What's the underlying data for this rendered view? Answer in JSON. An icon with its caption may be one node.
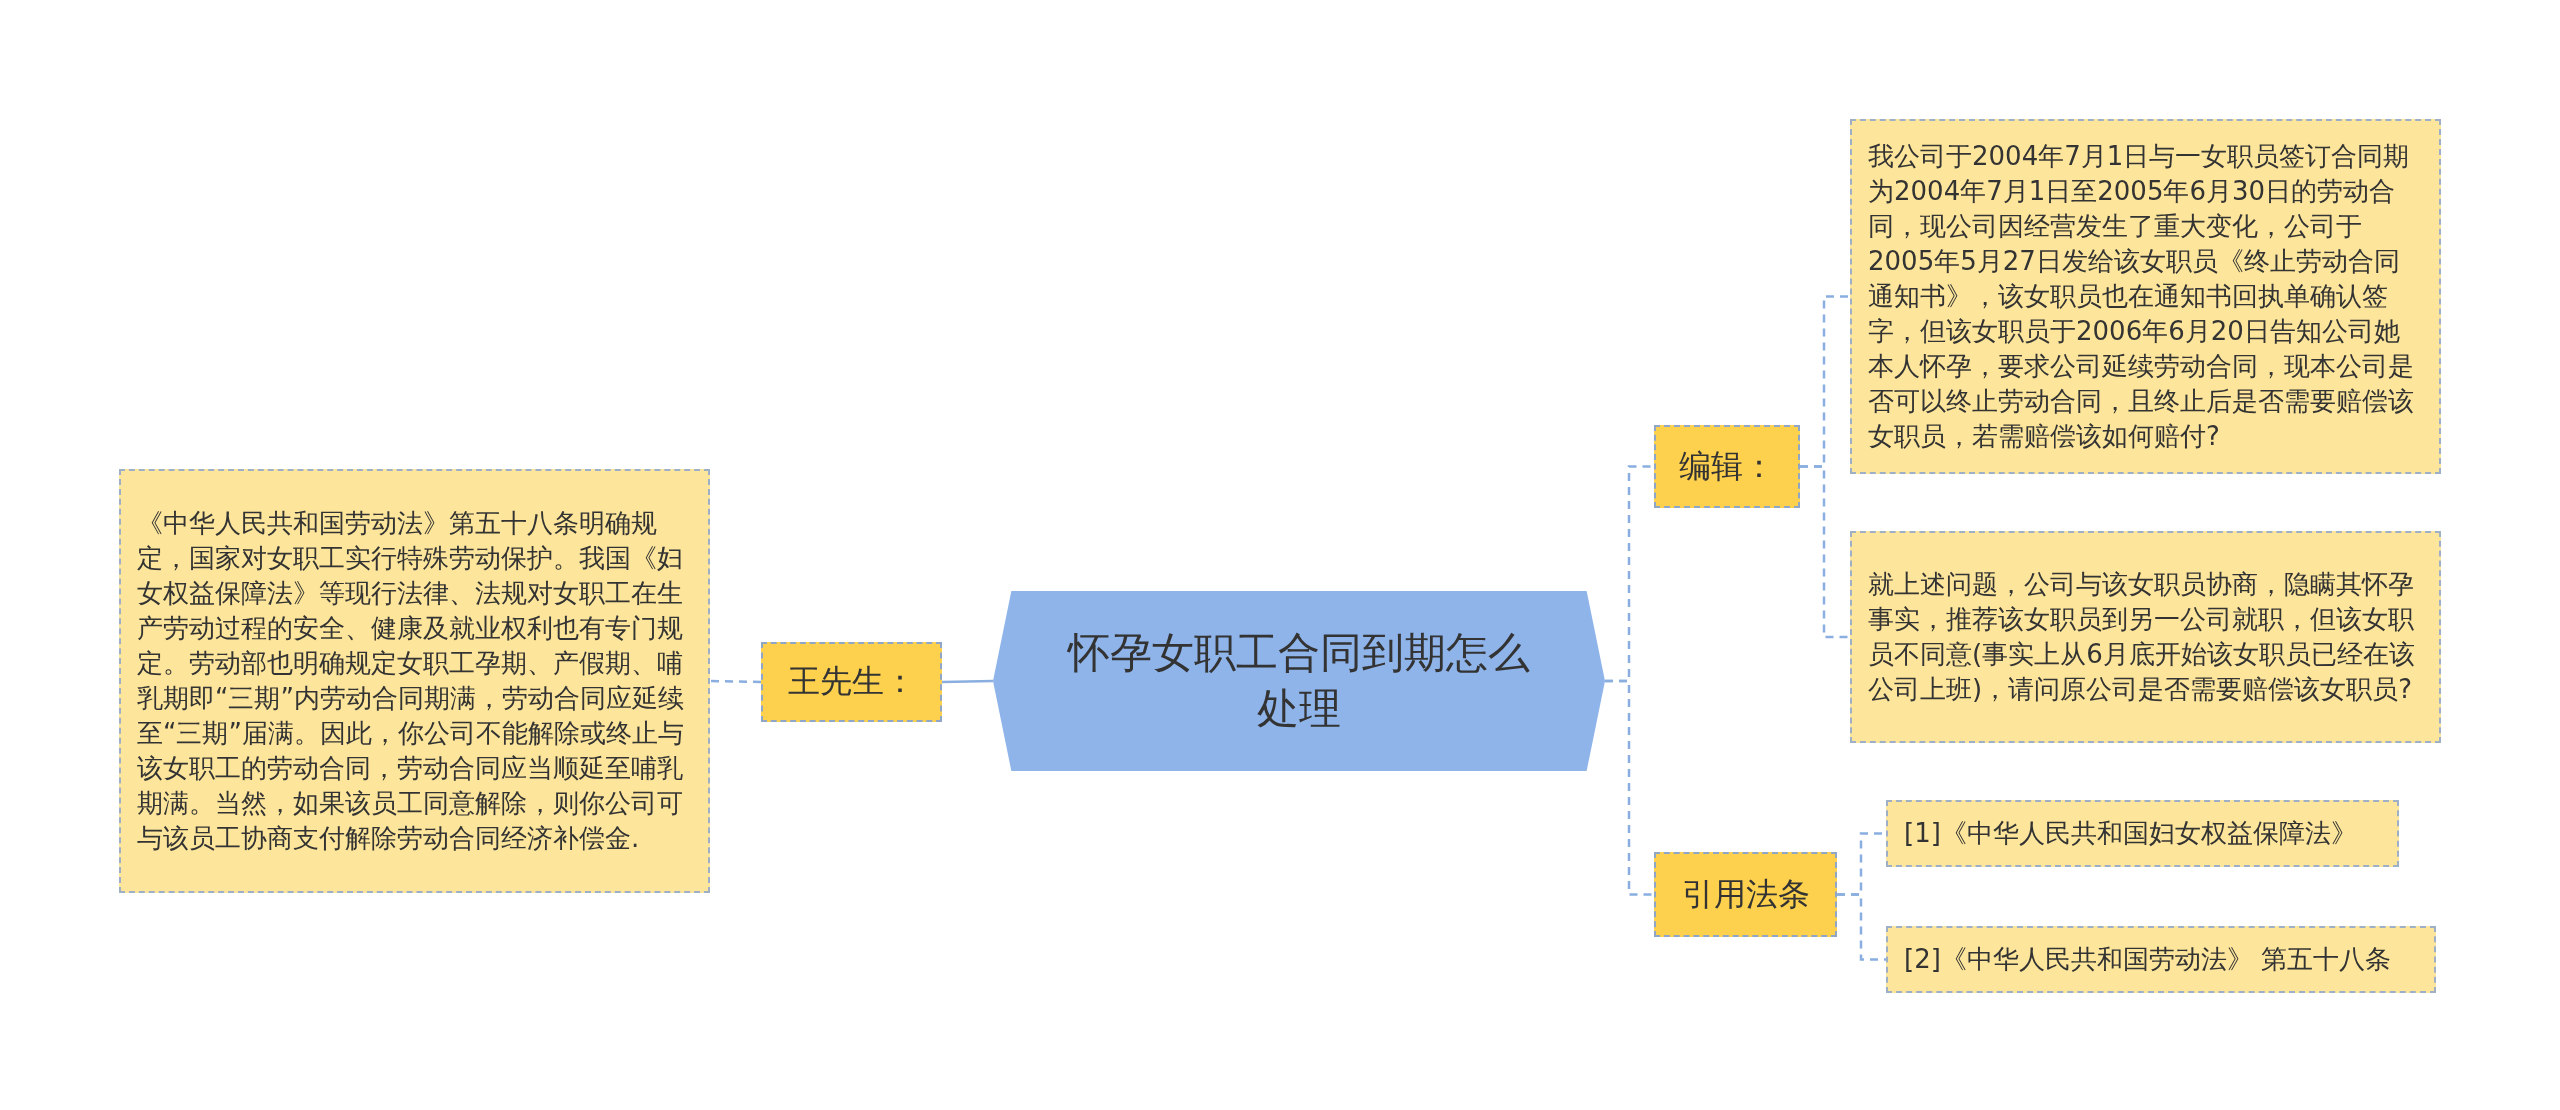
{
  "diagram": {
    "nodes": [
      {
        "text": [
          "怀孕女职工合同到期怎么处理"
        ]
      },
      {
        "text": [
          "王先生："
        ]
      },
      {
        "text": [
          "《中华人民共和国劳动法》第五十八条明确规定，国家对女职工实行特殊劳动保护。我国《妇女权益保障法》等现行法律、法规对女职工在生产劳动过程的安全、健康及就业权利也有专门规定。劳动部也明确规定女职工孕期、产假期、哺乳期即“三期”内劳动合同期满，劳动合同应延续至“三期”届满。因此，你公司不能解除或终止与该女职工的劳动合同，劳动合同应当顺延至哺乳期满。当然，如果该员工同意解除，则你公司可与该员工协商支付解除劳动合同经济补偿金."
        ]
      },
      {
        "text": [
          "编辑："
        ]
      },
      {
        "text": [
          "我公司于2004年7月1日与一女职员签订合同期为2004年7月1日至2005年6月30日的劳动合同，现公司因经营发生了重大变化，公司于2005年5月27日发给该女职员《终止劳动合同通知书》，该女职员也在通知书回执单确认签字，但该女职员于2006年6月20日告知公司她本人怀孕，要求公司延续劳动合同，现本公司是否可以终止劳动合同，且终止后是否需要赔偿该女职员，若需赔偿该如何赔付?"
        ]
      },
      {
        "text": [
          "就上述问题，公司与该女职员协商，隐瞒其怀孕事实，推荐该女职员到另一公司就职，但该女职员不同意(事实上从6月底开始该女职员已经在该公司上班)，请问原公司是否需要赔偿该女职员?"
        ]
      },
      {
        "text": [
          "引用法条"
        ]
      },
      {
        "text": [
          "[1]《中华人民共和国妇女权益保障法》"
        ]
      },
      {
        "text": [
          "[2]《中华人民共和国劳动法》 第五十八条"
        ]
      }
    ],
    "edges": [
      {
        "from": 0,
        "to": 1,
        "arrow": "none"
      },
      {
        "from": 1,
        "to": 2,
        "arrow": "none",
        "style": "dashed"
      },
      {
        "from": 0,
        "to": 3,
        "arrow": "none",
        "style": "dashed"
      },
      {
        "from": 3,
        "to": 4,
        "arrow": "none",
        "style": "dashed"
      },
      {
        "from": 3,
        "to": 5,
        "arrow": "none",
        "style": "dashed"
      },
      {
        "from": 0,
        "to": 6,
        "arrow": "none",
        "style": "dashed"
      },
      {
        "from": 6,
        "to": 7,
        "arrow": "none",
        "style": "dashed"
      },
      {
        "from": 6,
        "to": 8,
        "arrow": "none",
        "style": "dashed"
      }
    ]
  }
}
